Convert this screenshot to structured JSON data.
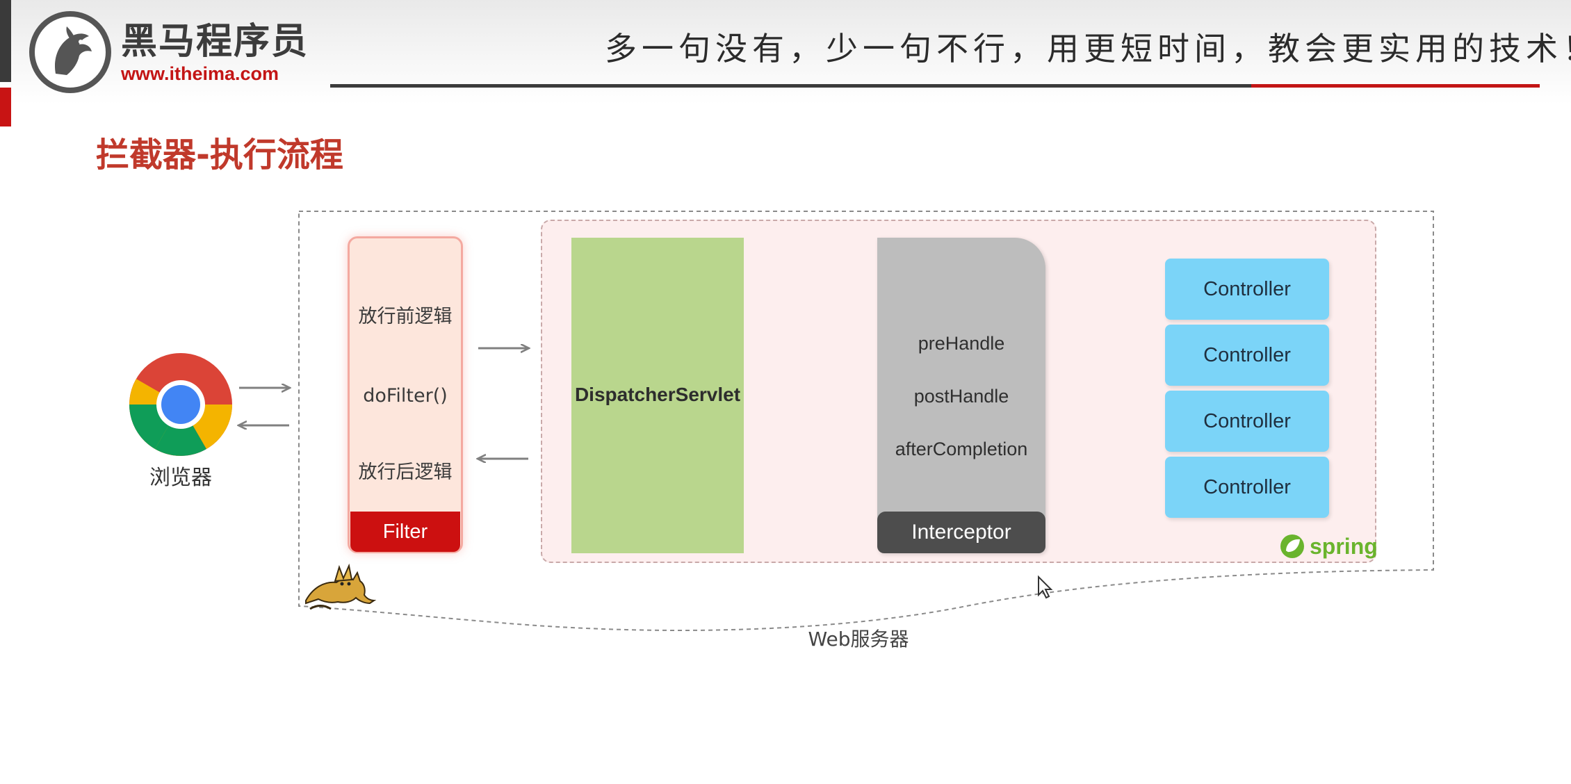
{
  "header": {
    "logo_name": "黑马程序员",
    "logo_url": "www.itheima.com",
    "slogan": "多一句没有，少一句不行，用更短时间，教会更实用的技术！"
  },
  "page_title": "拦截器-执行流程",
  "diagram": {
    "browser_label": "浏览器",
    "filter": {
      "before": "放行前逻辑",
      "do_filter": "doFilter()",
      "after": "放行后逻辑",
      "label": "Filter"
    },
    "dispatcher_label": "DispatcherServlet",
    "interceptor": {
      "pre": "preHandle",
      "post": "postHandle",
      "after": "afterCompletion",
      "label": "Interceptor"
    },
    "controllers": [
      "Controller",
      "Controller",
      "Controller",
      "Controller"
    ],
    "spring_label": "spring",
    "web_server_label": "Web服务器"
  },
  "colors": {
    "accent_red": "#c31515",
    "title_red": "#c0392b",
    "dispatcher_green": "#b9d68d",
    "controller_blue": "#7bd4f8",
    "interceptor_gray": "#bdbdbd",
    "spring_green": "#6ab42d"
  }
}
